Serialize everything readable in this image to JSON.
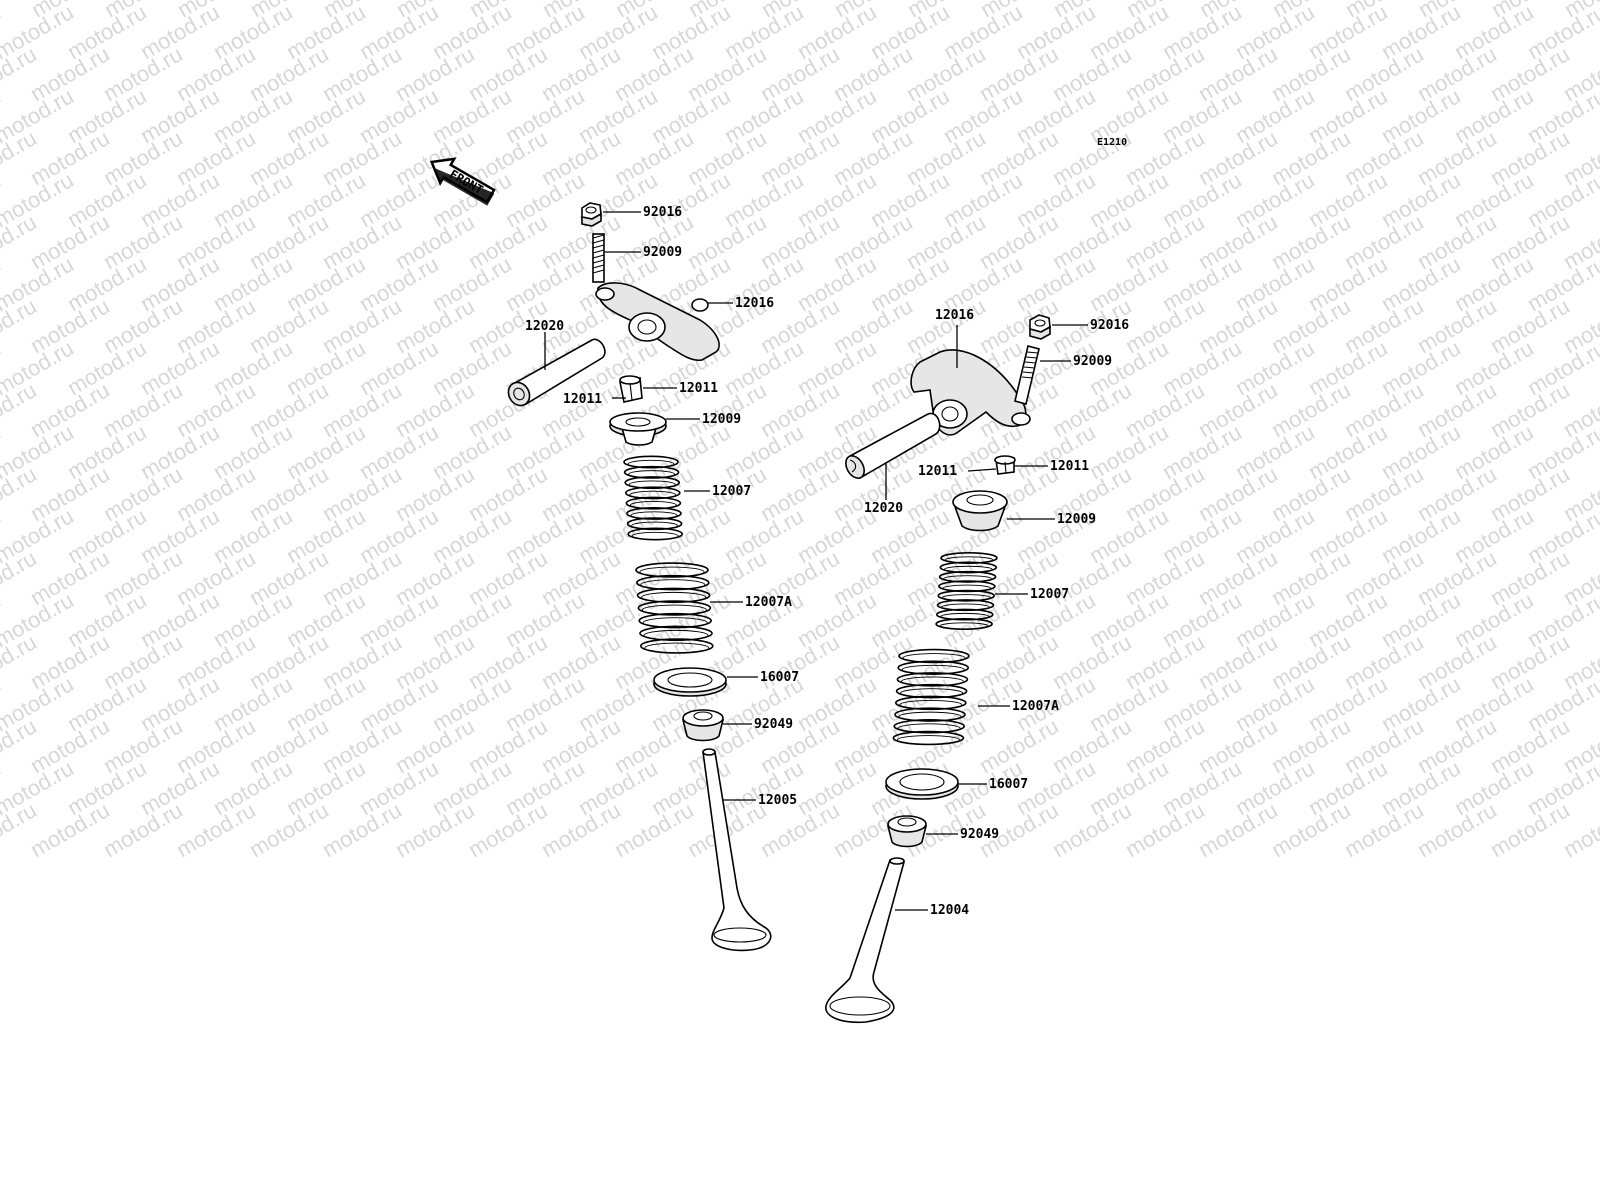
{
  "watermark": "motod.ru",
  "diagram_ref": "E1210",
  "front_label": "FRONT",
  "callouts": {
    "left": {
      "nut": "92016",
      "adjust_screw": "92009",
      "rocker_arm": "12016",
      "rocker_shaft": "12020",
      "cotter_a": "12011",
      "cotter_b": "12011",
      "retainer": "12009",
      "inner_spring": "12007",
      "outer_spring": "12007A",
      "seat": "16007",
      "stem_seal": "92049",
      "valve": "12005"
    },
    "right": {
      "rocker_arm": "12016",
      "nut": "92016",
      "adjust_screw": "92009",
      "cotter_a": "12011",
      "cotter_b": "12011",
      "rocker_shaft": "12020",
      "retainer": "12009",
      "inner_spring": "12007",
      "outer_spring": "12007A",
      "seat": "16007",
      "stem_seal": "92049",
      "valve": "12004"
    }
  }
}
